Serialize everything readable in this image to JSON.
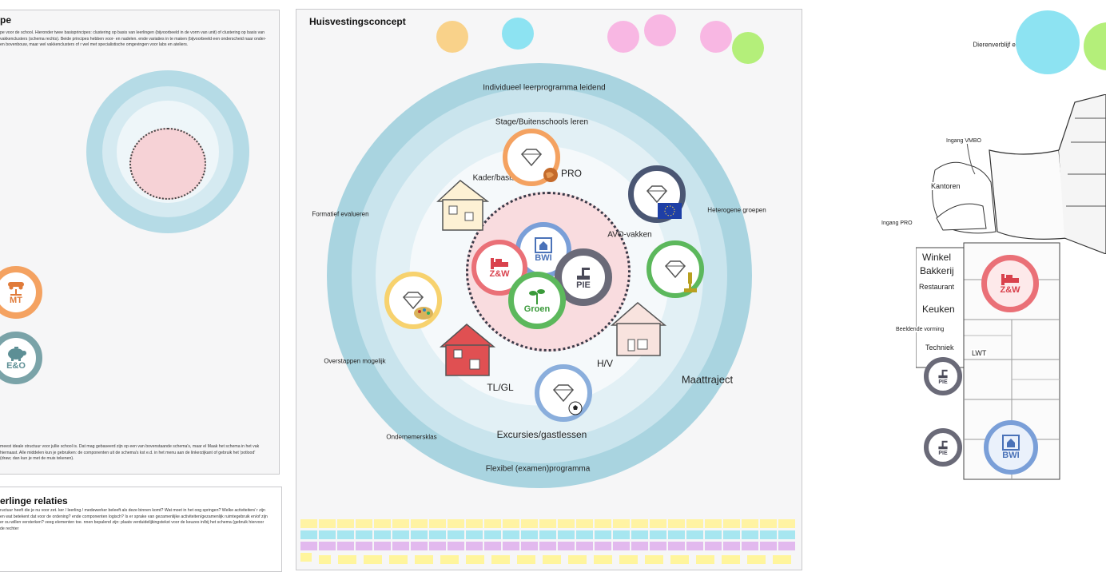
{
  "left_panel": {
    "title": "pe",
    "intro": "pe voor de school. Hieronder twee basisprincipes: clustering op basis van leerlingen (bijvoorbeeld in de vorm van unit) of clustering op basis van vakkenclusters (schema rechts). Beide principes hebben voor- en nadelen. ende variaties in te maken (bijvoorbeeld een onderscheid naar onder- en bovenbouw, maar wel vakkenclusters of r wel met specialistische omgevingen voor labs en ateliers.",
    "components": [
      {
        "label": "MT",
        "color": "#f4a261",
        "icon": "car-lift-icon"
      },
      {
        "label": "E&O",
        "color": "#7aa3a8",
        "icon": "piggy-bank-icon"
      }
    ],
    "footer_text": "meest ideale structuur voor jullie school is. Dat mag gebaseerd zijn op een van bovenstaande schema's, maar el Maak het schema in het vak hiernaast. Alle middelen kun je gebruiken: de componenten uit de schema's kst e.d. in het menu aan de linkerzijkant of gebruik het 'potlood' (draw; dan kun je met de muis tekenen)."
  },
  "bottom_left_panel": {
    "title": "erlinge relaties",
    "text": "ructuur heeft die je nu voor zet. ker / leerling / medewerker beleeft als deze binnen komt? Wat moet in het oog springen? Welke activiteiten/ r zijn en wat betekent dat voor de ordening? ende componenten logisch? Is er sprake van gezamenlijke activiteiten/gezamenlijk ruimtegebruik en/of zijn er ou willen versterken? veeg elementen toe. nnen bepalend zijn: plaats verduidelijkingstekst voor de keuzes in/bij het schema (gebruik hiervoor de rechter"
  },
  "center_panel": {
    "title": "Huisvestingsconcept",
    "legend_dot_colors": [
      "#f9d28a",
      "#8de3f2",
      "#f8b7e3",
      "#f8b7e3",
      "#f8b7e3",
      "#b4ef7a"
    ],
    "ring_labels": {
      "outer_top": "Individueel leerprogramma leidend",
      "middle_top": "Stage/Buitenschools leren",
      "outer_bottom": "Flexibel (examen)programma",
      "formatief": "Formatief evalueren",
      "heterogene": "Heterogene groepen",
      "overstappen": "Overstappen mogelijk",
      "ondernemersklas": "Ondernemersklas",
      "maattraject": "Maattraject",
      "excursies": "Excursies/gastlessen"
    },
    "level_labels": {
      "kader": "Kader/basis",
      "pro": "PRO",
      "avo": "AVO-vakken",
      "hv": "H/V",
      "tlgl": "TL/GL"
    },
    "core_components": [
      {
        "label": "BWI",
        "color": "#7a9fd8",
        "icon": "house-edit-icon"
      },
      {
        "label": "Z&W",
        "color": "#ea7077",
        "icon": "bed-icon"
      },
      {
        "label": "PIE",
        "color": "#6a6a78",
        "icon": "robot-arm-icon"
      },
      {
        "label": "Groen",
        "color": "#5cb85c",
        "icon": "plant-icon"
      }
    ],
    "diamond_badges": [
      {
        "name": "stage",
        "ring_color": "#f4a261",
        "icon": "globe-icon"
      },
      {
        "name": "avo",
        "ring_color": "#4a5673",
        "icon": "eu-flag-icon"
      },
      {
        "name": "lab",
        "ring_color": "#5cb85c",
        "icon": "microscope-icon"
      },
      {
        "name": "art",
        "ring_color": "#f7d26e",
        "icon": "palette-icon"
      },
      {
        "name": "sport",
        "ring_color": "#8aaedc",
        "icon": "football-icon"
      }
    ],
    "houses": [
      {
        "name": "kader",
        "fill": "#fdf1d4"
      },
      {
        "name": "hv",
        "fill": "#f8e3de"
      },
      {
        "name": "tlgl",
        "fill": "#e05052"
      }
    ],
    "sticky_colors": [
      "#fff3a3",
      "#a7e6f0",
      "#e2b9ee",
      "#fff59d"
    ]
  },
  "right_panel": {
    "top_label": "Dierenverblijf en instructielokaal",
    "top_dot_color": "#8de3f2",
    "top_dot2_color": "#b4ef7a",
    "floorplan_labels": {
      "ingang_vmbo": "Ingang VMBO",
      "kantoren": "Kantoren",
      "ingang_pro": "Ingang PRO",
      "winkel": "Winkel",
      "bakkerij": "Bakkerij",
      "restaurant": "Restaurant",
      "keuken": "Keuken",
      "beeldende": "Beeldende vorming",
      "techniek": "Techniek",
      "lwt": "LWT"
    },
    "components": [
      {
        "label": "Z&W",
        "color": "#ea7077",
        "icon": "bed-icon"
      },
      {
        "label": "PIE",
        "color": "#6a6a78",
        "icon": "robot-arm-icon"
      },
      {
        "label": "PIE",
        "color": "#6a6a78",
        "icon": "robot-arm-icon"
      },
      {
        "label": "BWI",
        "color": "#7a9fd8",
        "icon": "house-edit-icon"
      }
    ]
  }
}
